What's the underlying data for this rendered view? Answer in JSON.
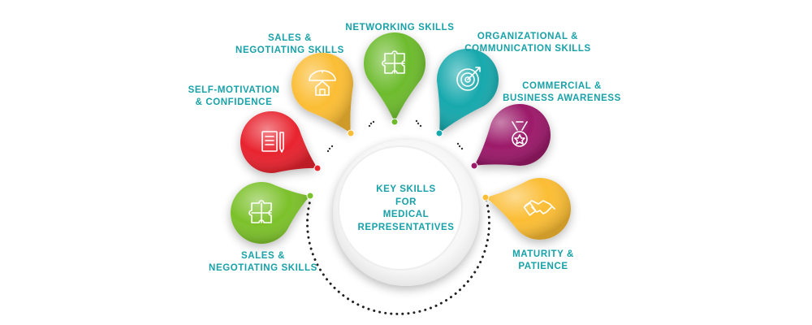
{
  "center": {
    "lines": [
      "KEY SKILLS",
      "FOR",
      "MEDICAL",
      "REPRESENTATIVES"
    ]
  },
  "skills": [
    {
      "lines": [
        "SALES &",
        "NEGOTIATING  SKILLS"
      ],
      "color": "#7cc12b",
      "icon": "puzzle-icon"
    },
    {
      "lines": [
        "SELF-MOTIVATION",
        "& CONFIDENCE"
      ],
      "color": "#e8242f",
      "icon": "document-icon"
    },
    {
      "lines": [
        "SALES &",
        "NEGOTIATING  SKILLS"
      ],
      "color": "#fbbd34",
      "icon": "umbrella-house-icon"
    },
    {
      "lines": [
        "NETWORKING SKILLS"
      ],
      "color": "#6dbb2d",
      "icon": "puzzle-icon"
    },
    {
      "lines": [
        "ORGANIZATIONAL &",
        "COMMUNICATION SKILLS"
      ],
      "color": "#17a9ad",
      "icon": "target-icon"
    },
    {
      "lines": [
        "COMMERCIAL &",
        "BUSINESS AWARENESS"
      ],
      "color": "#9c1a6a",
      "icon": "medal-icon"
    },
    {
      "lines": [
        "MATURITY &",
        "PATIENCE"
      ],
      "color": "#fbbd34",
      "icon": "handshake-icon"
    }
  ]
}
